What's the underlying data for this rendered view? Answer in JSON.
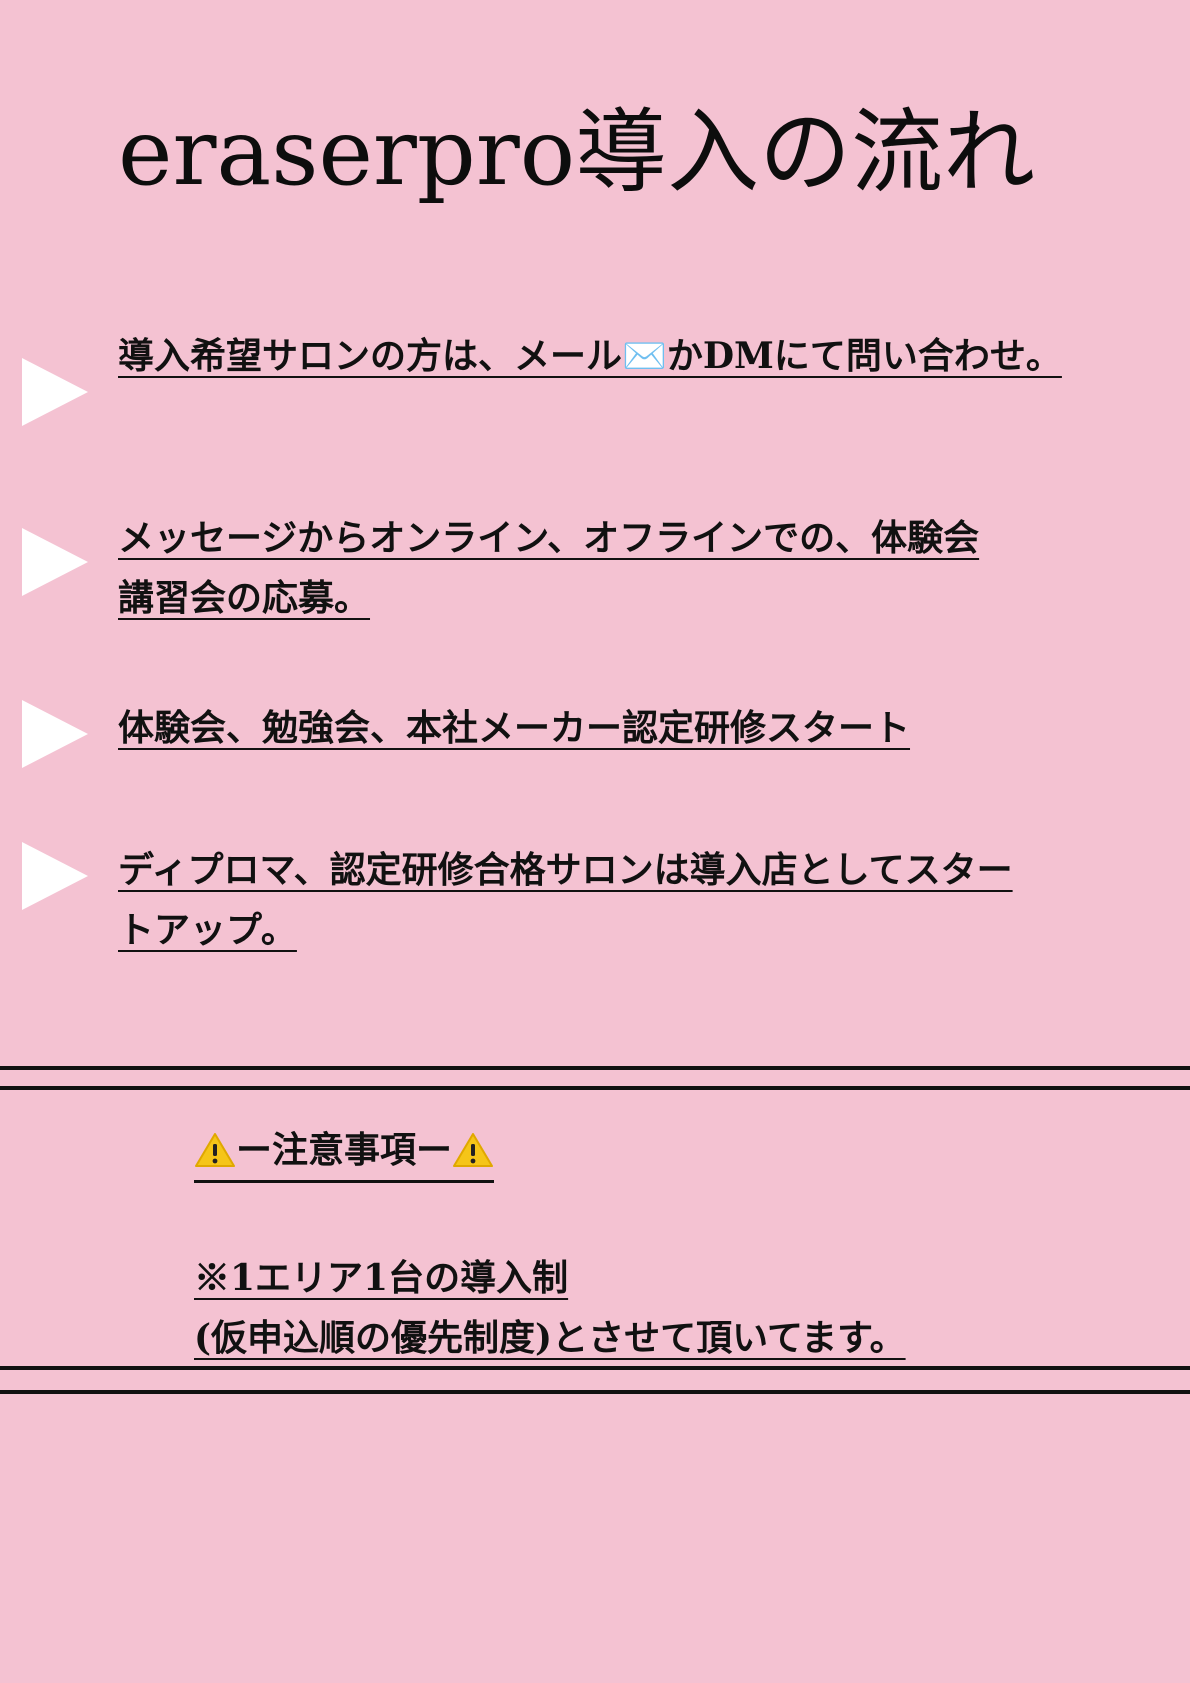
{
  "title": "eraserpro導入の流れ",
  "steps": [
    {
      "lines": [
        "導入希望サロンの方は、メール✉️かDMにて問い合わせ。"
      ]
    },
    {
      "lines": [
        "メッセージからオンライン、オフラインでの、体験会",
        "講習会の応募。"
      ]
    },
    {
      "lines": [
        "体験会、勉強会、本社メーカー認定研修スタート"
      ]
    },
    {
      "lines": [
        "ディプロマ、認定研修合格サロンは導入店としてスター",
        "トアップ。"
      ]
    }
  ],
  "notice": {
    "heading": "ー注意事項ー",
    "icon": "warning-icon",
    "lines": [
      "※1エリア1台の導入制",
      "(仮申込順の優先制度)とさせて頂いてます。"
    ]
  },
  "colors": {
    "background": "#f4c2d2",
    "marker": "#ffffff",
    "text": "#111111",
    "warning": "#f5c518"
  }
}
